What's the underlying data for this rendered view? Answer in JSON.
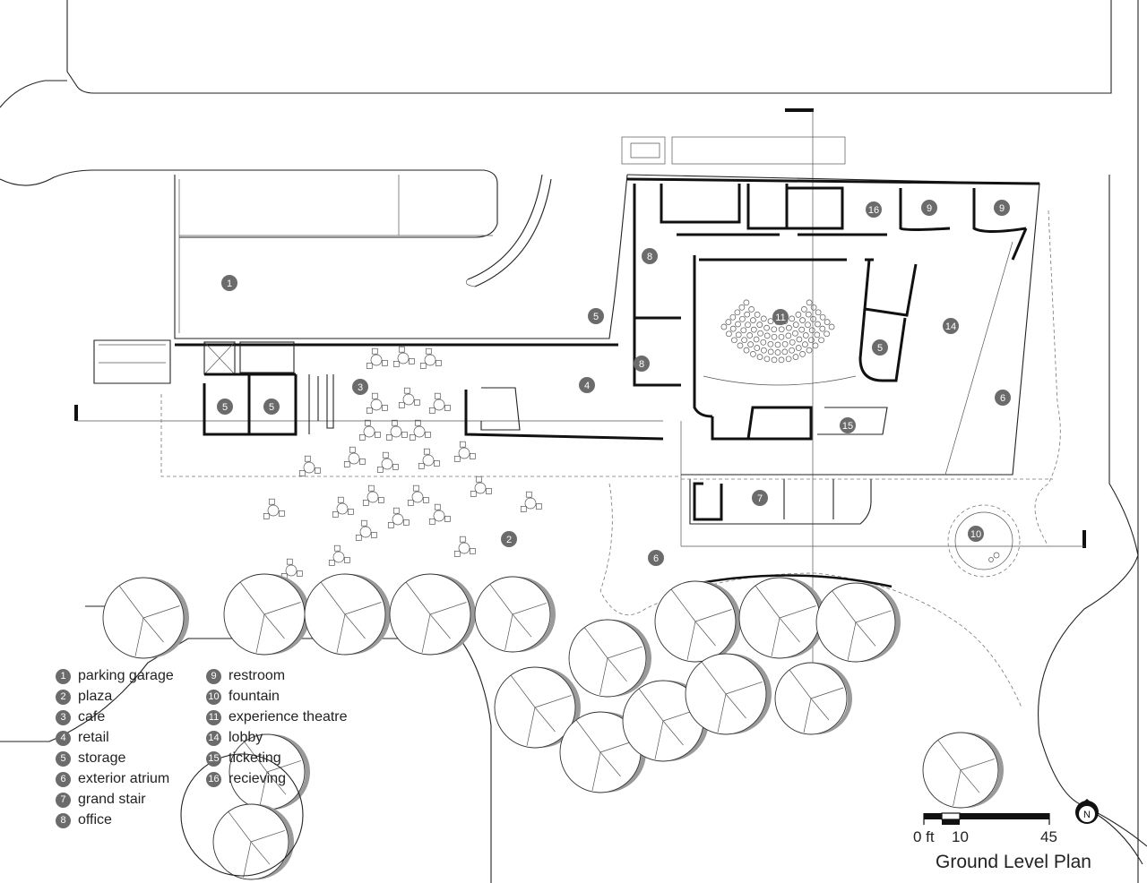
{
  "title": "Ground Level Plan",
  "legend": [
    {
      "num": "1",
      "label": "parking garage"
    },
    {
      "num": "2",
      "label": "plaza"
    },
    {
      "num": "3",
      "label": "cafe"
    },
    {
      "num": "4",
      "label": "retail"
    },
    {
      "num": "5",
      "label": "storage"
    },
    {
      "num": "6",
      "label": "exterior atrium"
    },
    {
      "num": "7",
      "label": "grand stair"
    },
    {
      "num": "8",
      "label": "office"
    },
    {
      "num": "9",
      "label": "restroom"
    },
    {
      "num": "10",
      "label": "fountain"
    },
    {
      "num": "11",
      "label": "experience theatre"
    },
    {
      "num": "14",
      "label": "lobby"
    },
    {
      "num": "15",
      "label": "ticketing"
    },
    {
      "num": "16",
      "label": "recieving"
    }
  ],
  "room_tags": [
    "1",
    "5",
    "3",
    "4",
    "5",
    "5",
    "8",
    "8",
    "16",
    "9",
    "9",
    "11",
    "5",
    "14",
    "6",
    "15",
    "7",
    "2",
    "6",
    "10"
  ],
  "scale_bar": {
    "labels": [
      "0 ft",
      "10",
      "45"
    ]
  },
  "north_arrow": "N",
  "colors": {
    "badge": "#6b6b6b",
    "line": "#222222",
    "shadow": "#9a9a9a"
  }
}
